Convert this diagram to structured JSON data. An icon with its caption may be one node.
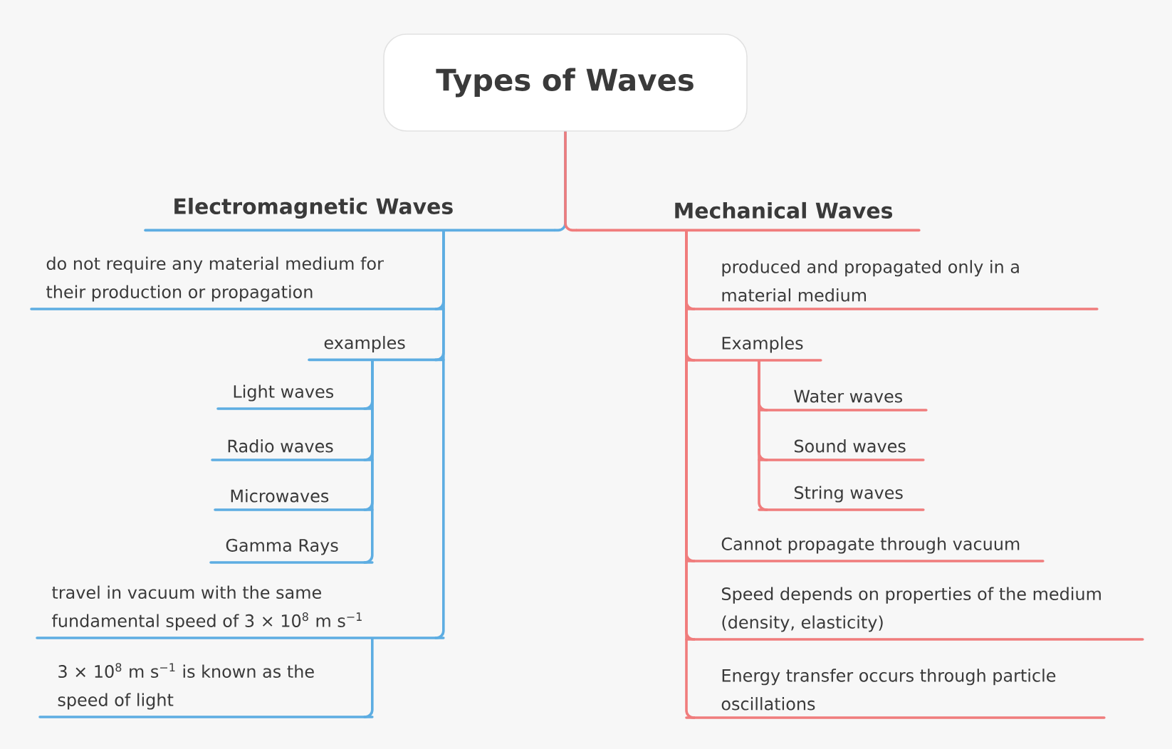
{
  "diagram": {
    "nodes": [
      {
        "text": [
          "Types of Waves"
        ]
      },
      {
        "text": [
          "Electromagnetic Waves"
        ]
      },
      {
        "text": [
          "do not require any material medium for their production or propagation"
        ]
      },
      {
        "text": [
          "examples"
        ]
      },
      {
        "text": [
          "Light waves"
        ]
      },
      {
        "text": [
          "Radio waves"
        ]
      },
      {
        "text": [
          "Microwaves"
        ]
      },
      {
        "text": [
          "Gamma Rays"
        ]
      },
      {
        "text": [
          "travel in vacuum with the same fundamental speed of 3 × 10$^{8}$ m s$^{−1}$"
        ]
      },
      {
        "text": [
          "3 × 10$^{8}$ m s$^{−1}$ is known as the speed of light"
        ]
      },
      {
        "text": [
          "Mechanical Waves"
        ]
      },
      {
        "text": [
          "produced and propagated only in a material medium"
        ]
      },
      {
        "text": [
          "Examples"
        ]
      },
      {
        "text": [
          "Water waves"
        ]
      },
      {
        "text": [
          "Sound waves"
        ]
      },
      {
        "text": [
          "String waves"
        ]
      },
      {
        "text": [
          "Cannot propagate through vacuum"
        ]
      },
      {
        "text": [
          "Speed depends on properties of the medium (density, elasticity)"
        ]
      },
      {
        "text": [
          "Energy transfer occurs through particle oscillations"
        ]
      }
    ],
    "edges": [
      {
        "from": 0,
        "to": 1,
        "arrow": "none",
        "color": "#5dade2"
      },
      {
        "from": 1,
        "to": 2,
        "arrow": "none",
        "color": "#5dade2"
      },
      {
        "from": 1,
        "to": 3,
        "arrow": "none",
        "color": "#5dade2"
      },
      {
        "from": 3,
        "to": 4,
        "arrow": "none",
        "color": "#5dade2"
      },
      {
        "from": 3,
        "to": 5,
        "arrow": "none",
        "color": "#5dade2"
      },
      {
        "from": 3,
        "to": 6,
        "arrow": "none",
        "color": "#5dade2"
      },
      {
        "from": 3,
        "to": 7,
        "arrow": "none",
        "color": "#5dade2"
      },
      {
        "from": 1,
        "to": 8,
        "arrow": "none",
        "color": "#5dade2"
      },
      {
        "from": 8,
        "to": 9,
        "arrow": "none",
        "color": "#5dade2"
      },
      {
        "from": 0,
        "to": 10,
        "arrow": "none",
        "color": "#f07c7c"
      },
      {
        "from": 10,
        "to": 11,
        "arrow": "none",
        "color": "#f07c7c"
      },
      {
        "from": 10,
        "to": 12,
        "arrow": "none",
        "color": "#f07c7c"
      },
      {
        "from": 12,
        "to": 13,
        "arrow": "none",
        "color": "#f07c7c"
      },
      {
        "from": 12,
        "to": 14,
        "arrow": "none",
        "color": "#f07c7c"
      },
      {
        "from": 12,
        "to": 15,
        "arrow": "none",
        "color": "#f07c7c"
      },
      {
        "from": 10,
        "to": 16,
        "arrow": "none",
        "color": "#f07c7c"
      },
      {
        "from": 10,
        "to": 17,
        "arrow": "none",
        "color": "#f07c7c"
      },
      {
        "from": 10,
        "to": 18,
        "arrow": "none",
        "color": "#f07c7c"
      }
    ]
  }
}
